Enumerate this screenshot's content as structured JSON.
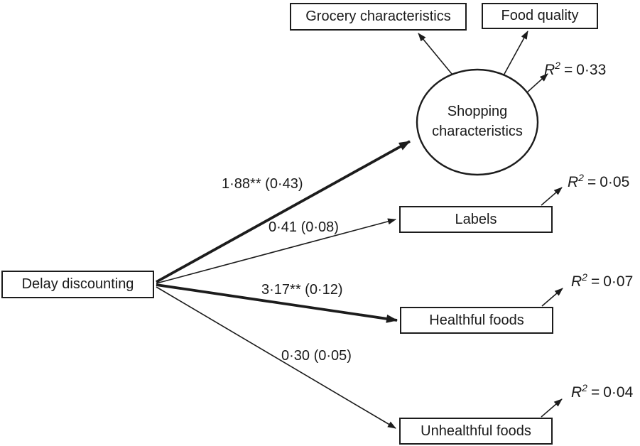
{
  "figure": {
    "background_color": "#ffffff",
    "line_color": "#1c1c1c",
    "predictor_box": {
      "label": "Delay discounting"
    },
    "indicator_boxes": [
      {
        "label": "Grocery characteristics"
      },
      {
        "label": "Food quality"
      }
    ],
    "latent_circle": {
      "line1": "Shopping",
      "line2": "characteristics"
    },
    "outcome_boxes": [
      {
        "label": "Labels"
      },
      {
        "label": "Healthful foods"
      },
      {
        "label": "Unhealthful foods"
      }
    ],
    "path_coefficients": [
      {
        "to": "Shopping characteristics",
        "label": "1·88** (0·43)",
        "weight": "bold"
      },
      {
        "to": "Labels",
        "label": "0·41 (0·08)",
        "weight": "normal"
      },
      {
        "to": "Healthful foods",
        "label": "3·17** (0·12)",
        "weight": "bold"
      },
      {
        "to": "Unhealthful foods",
        "label": "0·30 (0·05)",
        "weight": "normal"
      }
    ],
    "r_squared": {
      "symbol": "R",
      "exponent": "2",
      "equals": "=",
      "values": [
        {
          "for": "Shopping characteristics",
          "value": "0·33"
        },
        {
          "for": "Labels",
          "value": "0·05"
        },
        {
          "for": "Healthful foods",
          "value": "0·07"
        },
        {
          "for": "Unhealthful foods",
          "value": "0·04"
        }
      ]
    }
  }
}
